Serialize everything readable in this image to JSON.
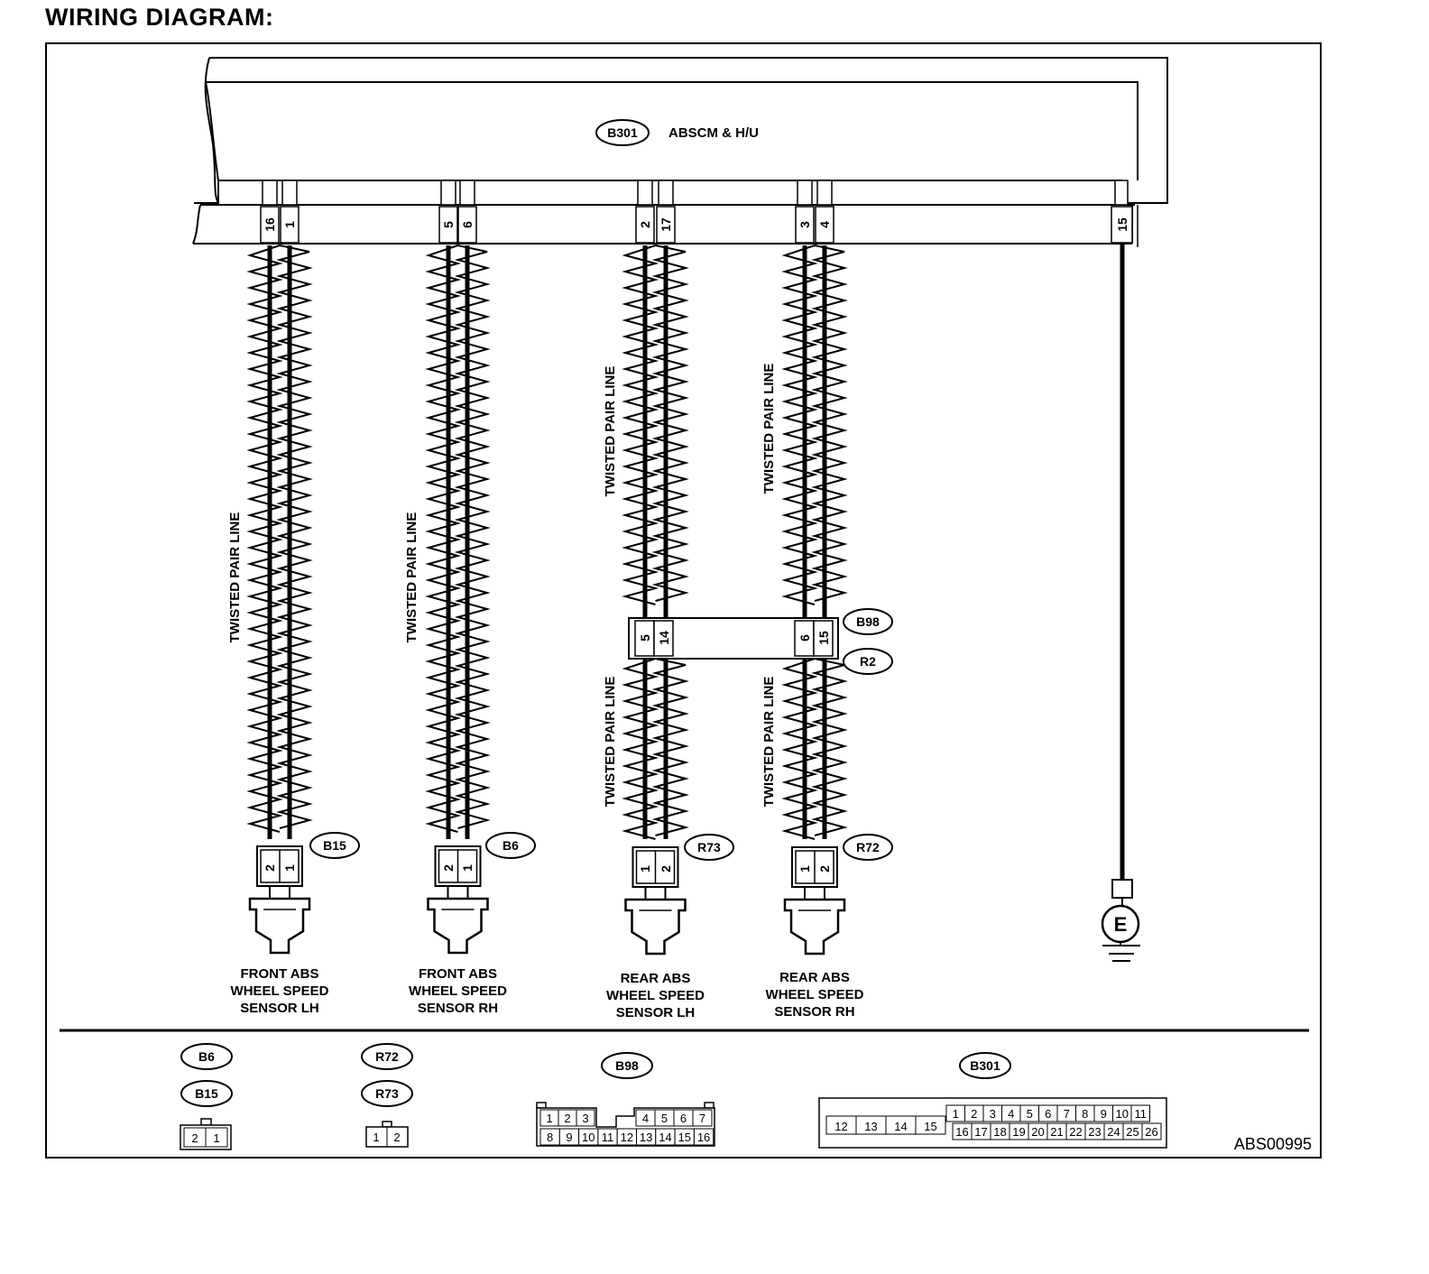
{
  "title": "WIRING DIAGRAM:",
  "figure_code": "ABS00995",
  "module": {
    "connector": "B301",
    "name": "ABSCM & H/U"
  },
  "harness_pins": {
    "front_lh": [
      "16",
      "1"
    ],
    "front_rh": [
      "5",
      "6"
    ],
    "rear_lh": [
      "2",
      "17"
    ],
    "rear_rh": [
      "3",
      "4"
    ],
    "ground": "15"
  },
  "twisted_pair_label": "TWISTED PAIR LINE",
  "intermediate_connector": {
    "tag_top": "B98",
    "tag_bottom": "R2",
    "pins_lh": [
      "5",
      "14"
    ],
    "pins_rh": [
      "6",
      "15"
    ]
  },
  "sensors": [
    {
      "id": "front_lh",
      "connector": "B15",
      "pins": [
        "2",
        "1"
      ],
      "label": [
        "FRONT ABS",
        "WHEEL SPEED",
        "SENSOR LH"
      ]
    },
    {
      "id": "front_rh",
      "connector": "B6",
      "pins": [
        "2",
        "1"
      ],
      "label": [
        "FRONT ABS",
        "WHEEL SPEED",
        "SENSOR RH"
      ]
    },
    {
      "id": "rear_lh",
      "connector": "R73",
      "pins": [
        "1",
        "2"
      ],
      "label": [
        "REAR ABS",
        "WHEEL SPEED",
        "SENSOR LH"
      ]
    },
    {
      "id": "rear_rh",
      "connector": "R72",
      "pins": [
        "1",
        "2"
      ],
      "label": [
        "REAR ABS",
        "WHEEL SPEED",
        "SENSOR RH"
      ]
    }
  ],
  "ground_label": "E",
  "connector_views": [
    {
      "tags": [
        "B6",
        "B15"
      ],
      "rows": [
        [
          "2",
          "1"
        ]
      ]
    },
    {
      "tags": [
        "R72",
        "R73"
      ],
      "rows": [
        [
          "1",
          "2"
        ]
      ]
    },
    {
      "tags": [
        "B98"
      ],
      "rows": [
        [
          "1",
          "2",
          "3",
          "4",
          "5",
          "6",
          "7"
        ],
        [
          "8",
          "9",
          "10",
          "11",
          "12",
          "13",
          "14",
          "15",
          "16"
        ]
      ]
    },
    {
      "tags": [
        "B301"
      ],
      "rows": [
        [
          "12",
          "13",
          "14",
          "15"
        ],
        [
          "1",
          "2",
          "3",
          "4",
          "5",
          "6",
          "7",
          "8",
          "9",
          "10",
          "11"
        ],
        [
          "16",
          "17",
          "18",
          "19",
          "20",
          "21",
          "22",
          "23",
          "24",
          "25",
          "26"
        ]
      ]
    }
  ]
}
